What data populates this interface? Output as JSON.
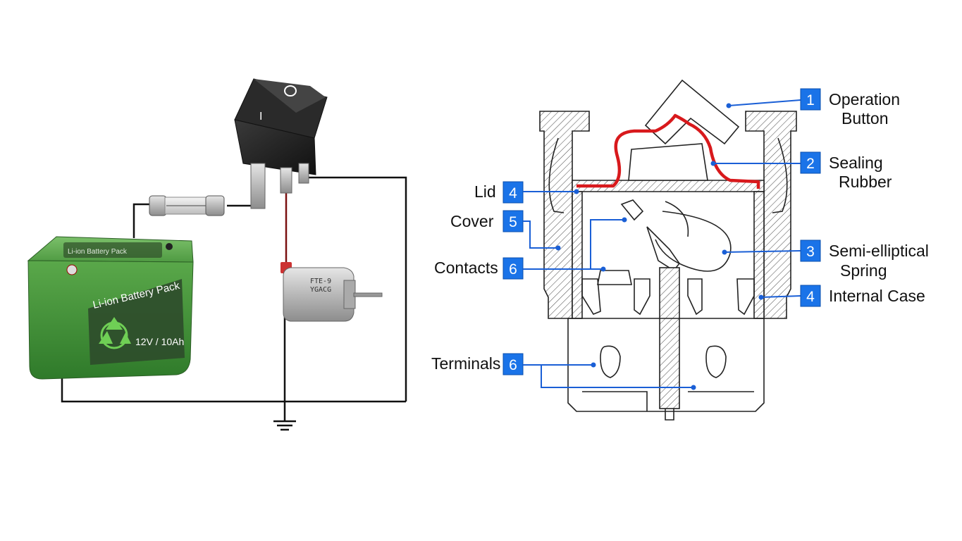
{
  "circuit": {
    "battery": {
      "label_top": "Li-ion Battery Pack",
      "title": "Li-ion Battery Pack",
      "rating": "12V / 10Ah"
    },
    "switch": {
      "on_symbol": "I",
      "off_symbol": "O"
    },
    "motor": {
      "marking_line1": "FTE-9",
      "marking_line2": "YGACG"
    }
  },
  "callouts": [
    {
      "number": "1",
      "lines": [
        "Operation",
        "Button"
      ]
    },
    {
      "number": "2",
      "lines": [
        "Sealing",
        "Rubber"
      ]
    },
    {
      "number": "3",
      "lines": [
        "Semi-elliptical",
        "Spring"
      ]
    },
    {
      "number": "4",
      "lines": [
        "Internal Case"
      ]
    },
    {
      "number": "4",
      "lines": [
        "Lid"
      ]
    },
    {
      "number": "5",
      "lines": [
        "Cover"
      ]
    },
    {
      "number": "6",
      "lines": [
        "Contacts"
      ]
    },
    {
      "number": "6",
      "lines": [
        "Terminals"
      ]
    }
  ],
  "colors": {
    "callout_blue": "#1a73e8",
    "rubber_red": "#d8191c",
    "battery_green": "#3f8f35"
  }
}
